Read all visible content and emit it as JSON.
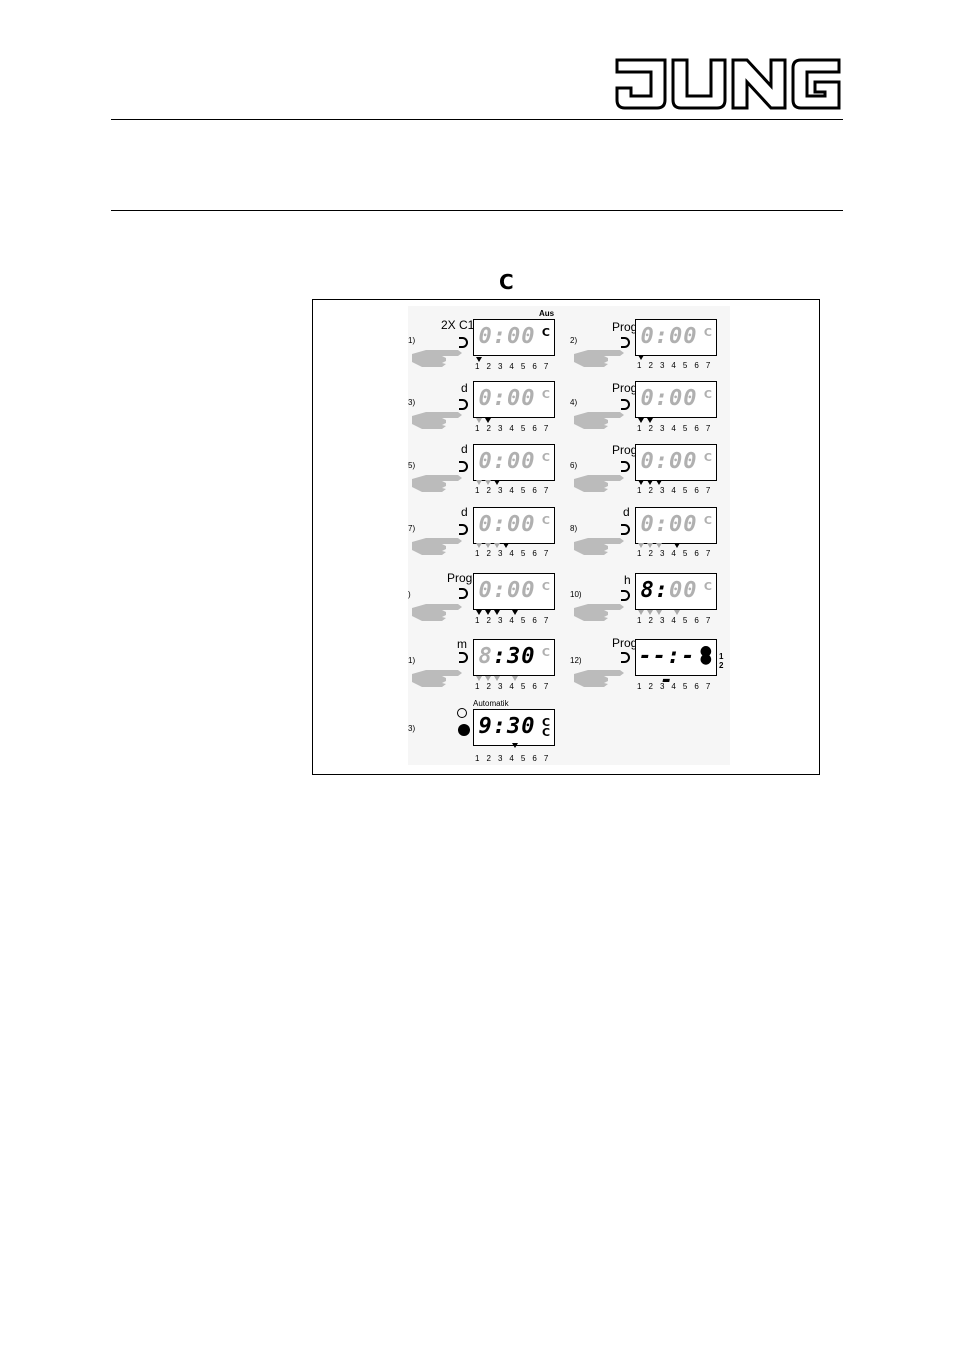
{
  "brand": {
    "name": "JUNG"
  },
  "header": {
    "title_symbol": "C"
  },
  "steps": [
    {
      "num": "1)",
      "button": "2X C1",
      "digits": [
        "0:00",
        ""
      ],
      "c": "C",
      "top_label": "Aus",
      "days": "1 2 3 4 5 6 7"
    },
    {
      "num": "2)",
      "button": "Prog",
      "digits": [
        "0:00",
        ""
      ],
      "c": "C",
      "days": "1 2 3 4 5 6 7"
    },
    {
      "num": "3)",
      "button": "d",
      "digits": [
        "0:00",
        ""
      ],
      "c": "C",
      "days": "1 2 3 4 5 6 7"
    },
    {
      "num": "4)",
      "button": "Prog",
      "digits": [
        "0:00",
        ""
      ],
      "c": "C",
      "days": "1 2 3 4 5 6 7"
    },
    {
      "num": "5)",
      "button": "d",
      "digits": [
        "0:00",
        ""
      ],
      "c": "C",
      "days": "1 2 3 4 5 6 7"
    },
    {
      "num": "6)",
      "button": "Prog",
      "digits": [
        "0:00",
        ""
      ],
      "c": "C",
      "days": "1 2 3 4 5 6 7"
    },
    {
      "num": "7)",
      "button": "d",
      "digits": [
        "0:00",
        ""
      ],
      "c": "C",
      "days": "1 2 3 4 5 6 7"
    },
    {
      "num": "8)",
      "button": "d",
      "digits": [
        "0:00",
        ""
      ],
      "c": "C",
      "days": "1 2 3 4 5 6 7"
    },
    {
      "num": ")",
      "button": "Prog",
      "digits": [
        "0:00",
        ""
      ],
      "c": "C",
      "days": "1 2 3 4 5 6 7"
    },
    {
      "num": "10)",
      "button": "h",
      "digits": [
        "8:",
        "00"
      ],
      "c": "C",
      "days": "1 2 3 4 5 6 7"
    },
    {
      "num": "1)",
      "button": "m",
      "digits": [
        "8",
        ":30"
      ],
      "c": "C",
      "days": "1 2 3 4 5 6 7"
    },
    {
      "num": "12)",
      "button": "Prog",
      "digits": [
        "--:--",
        ""
      ],
      "c": "",
      "side_1": "1",
      "side_2": "2",
      "days": "1 2 3 4 5 6 7"
    },
    {
      "num": "3)",
      "button": "",
      "digits": [
        "9:30",
        ""
      ],
      "c": "C C",
      "top_label": "Automatik",
      "days": "1 2 3 4 5 6 7"
    }
  ]
}
